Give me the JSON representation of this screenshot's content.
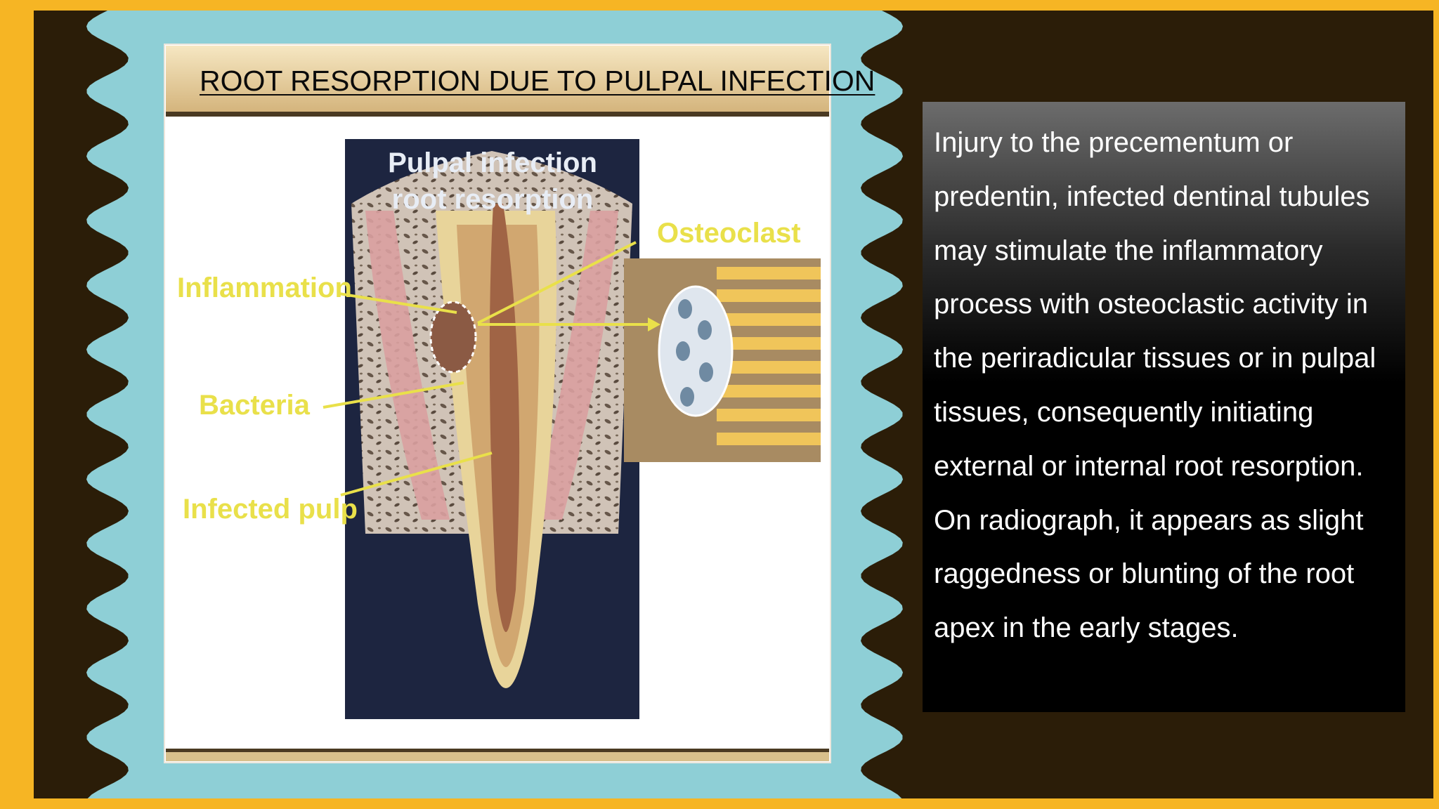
{
  "slide": {
    "title": "ROOT RESORPTION DUE TO PULPAL INFECTION",
    "body_text": "Injury to the precementum or predentin, infected dentinal tubules may stimulate the inflammatory process with osteoclastic activity in the periradicular tissues or in pulpal tissues, consequently initiating external or internal root resorption. On radiograph, it appears as slight raggedness or blunting of the root apex in the early stages."
  },
  "figure": {
    "heading_line1": "Pulpal infection",
    "heading_line2": "root resorption",
    "labels": {
      "osteoclast": "Osteoclast",
      "inflammation": "Inflammation",
      "bacteria": "Bacteria",
      "infected_pulp": "Infected pulp"
    }
  },
  "colors": {
    "outer_frame": "#f6b524",
    "dark_panel": "#2b1d08",
    "wavy_band": "#8ecfd6",
    "text_box": "#000000",
    "figure_label": "#e9e04a"
  }
}
